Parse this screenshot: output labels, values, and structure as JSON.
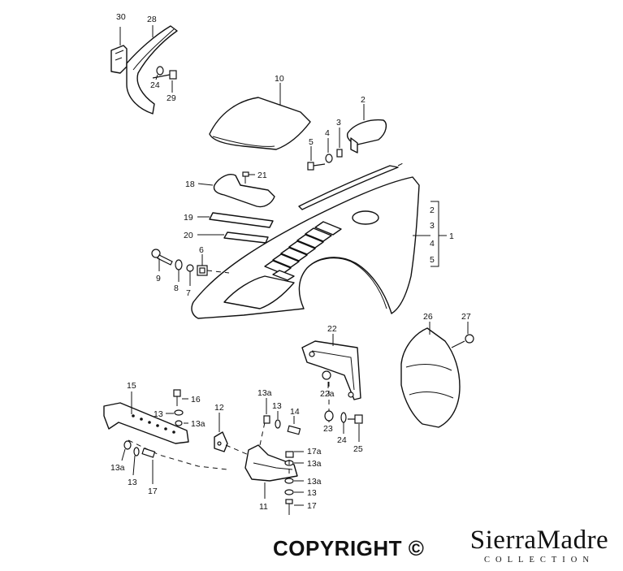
{
  "callouts": [
    {
      "id": "c30",
      "text": "30"
    },
    {
      "id": "c28",
      "text": "28"
    },
    {
      "id": "c24a",
      "text": "24"
    },
    {
      "id": "c29",
      "text": "29"
    },
    {
      "id": "c10",
      "text": "10"
    },
    {
      "id": "c2a",
      "text": "2"
    },
    {
      "id": "c3",
      "text": "3"
    },
    {
      "id": "c4",
      "text": "4"
    },
    {
      "id": "c5",
      "text": "5"
    },
    {
      "id": "c21",
      "text": "21"
    },
    {
      "id": "c18",
      "text": "18"
    },
    {
      "id": "c19",
      "text": "19"
    },
    {
      "id": "c20",
      "text": "20"
    },
    {
      "id": "c9",
      "text": "9"
    },
    {
      "id": "c8",
      "text": "8"
    },
    {
      "id": "c6",
      "text": "6"
    },
    {
      "id": "c7",
      "text": "7"
    },
    {
      "id": "cb2",
      "text": "2"
    },
    {
      "id": "cb3",
      "text": "3"
    },
    {
      "id": "cb4",
      "text": "4"
    },
    {
      "id": "cb5",
      "text": "5"
    },
    {
      "id": "c1",
      "text": "1"
    },
    {
      "id": "c26",
      "text": "26"
    },
    {
      "id": "c27",
      "text": "27"
    },
    {
      "id": "c22",
      "text": "22"
    },
    {
      "id": "c22a",
      "text": "22a"
    },
    {
      "id": "c23",
      "text": "23"
    },
    {
      "id": "c24b",
      "text": "24"
    },
    {
      "id": "c25",
      "text": "25"
    },
    {
      "id": "c15",
      "text": "15"
    },
    {
      "id": "c16",
      "text": "16"
    },
    {
      "id": "c13a",
      "text": "13"
    },
    {
      "id": "c13aa",
      "text": "13a"
    },
    {
      "id": "c12",
      "text": "12"
    },
    {
      "id": "c13ab",
      "text": "13a"
    },
    {
      "id": "c13b",
      "text": "13"
    },
    {
      "id": "c14",
      "text": "14"
    },
    {
      "id": "c17a",
      "text": "17a"
    },
    {
      "id": "c13ac",
      "text": "13a"
    },
    {
      "id": "c13ad",
      "text": "13a"
    },
    {
      "id": "c13c",
      "text": "13"
    },
    {
      "id": "c17b",
      "text": "17"
    },
    {
      "id": "c11",
      "text": "11"
    },
    {
      "id": "c13ae",
      "text": "13a"
    },
    {
      "id": "c13d",
      "text": "13"
    },
    {
      "id": "c17c",
      "text": "17"
    }
  ],
  "footer": {
    "copyright": "COPYRIGHT ©",
    "brand_name": "SierraMadre",
    "brand_sub": "COLLECTION"
  }
}
